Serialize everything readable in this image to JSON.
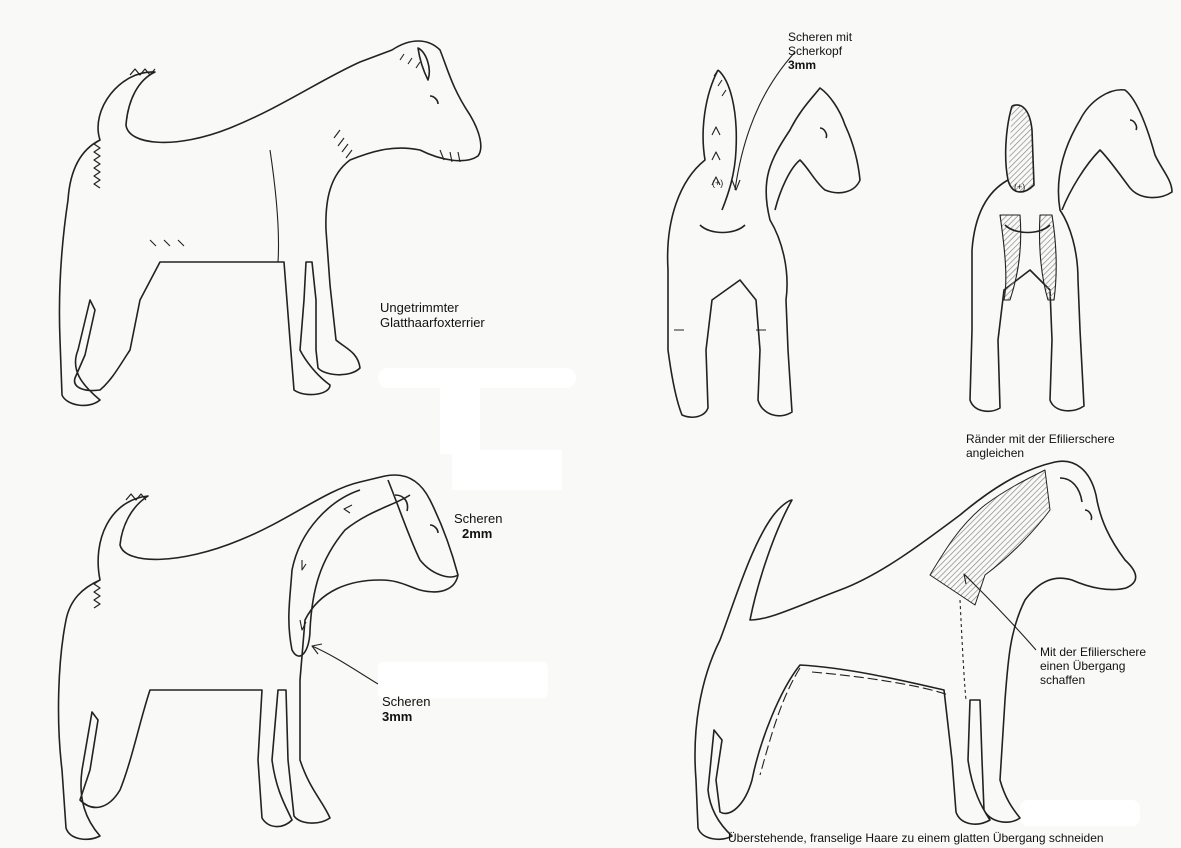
{
  "labels": {
    "untrimmed_title": "Ungetrimmter\nGlatthaarfoxterrier",
    "scissors_head": "Scheren mit\nScherkopf",
    "scissors_head_size": "3mm",
    "scissors_2mm": "Scheren",
    "scissors_2mm_size": "2mm",
    "scissors_3mm": "Scheren",
    "scissors_3mm_size": "3mm",
    "blend_edges": "Ränder mit der Efilierschere\nangleichen",
    "transition": "Mit der Efilierschere\neinen Übergang\nschaffen",
    "trim_fringe": "Überstehende, franselige Haare zu einem glatten Übergang schneiden"
  },
  "rear_marks": [
    "(+)",
    "(+)"
  ],
  "colors": {
    "line": "#222222",
    "hatch": "#888888",
    "paper": "#f9f9f7"
  }
}
